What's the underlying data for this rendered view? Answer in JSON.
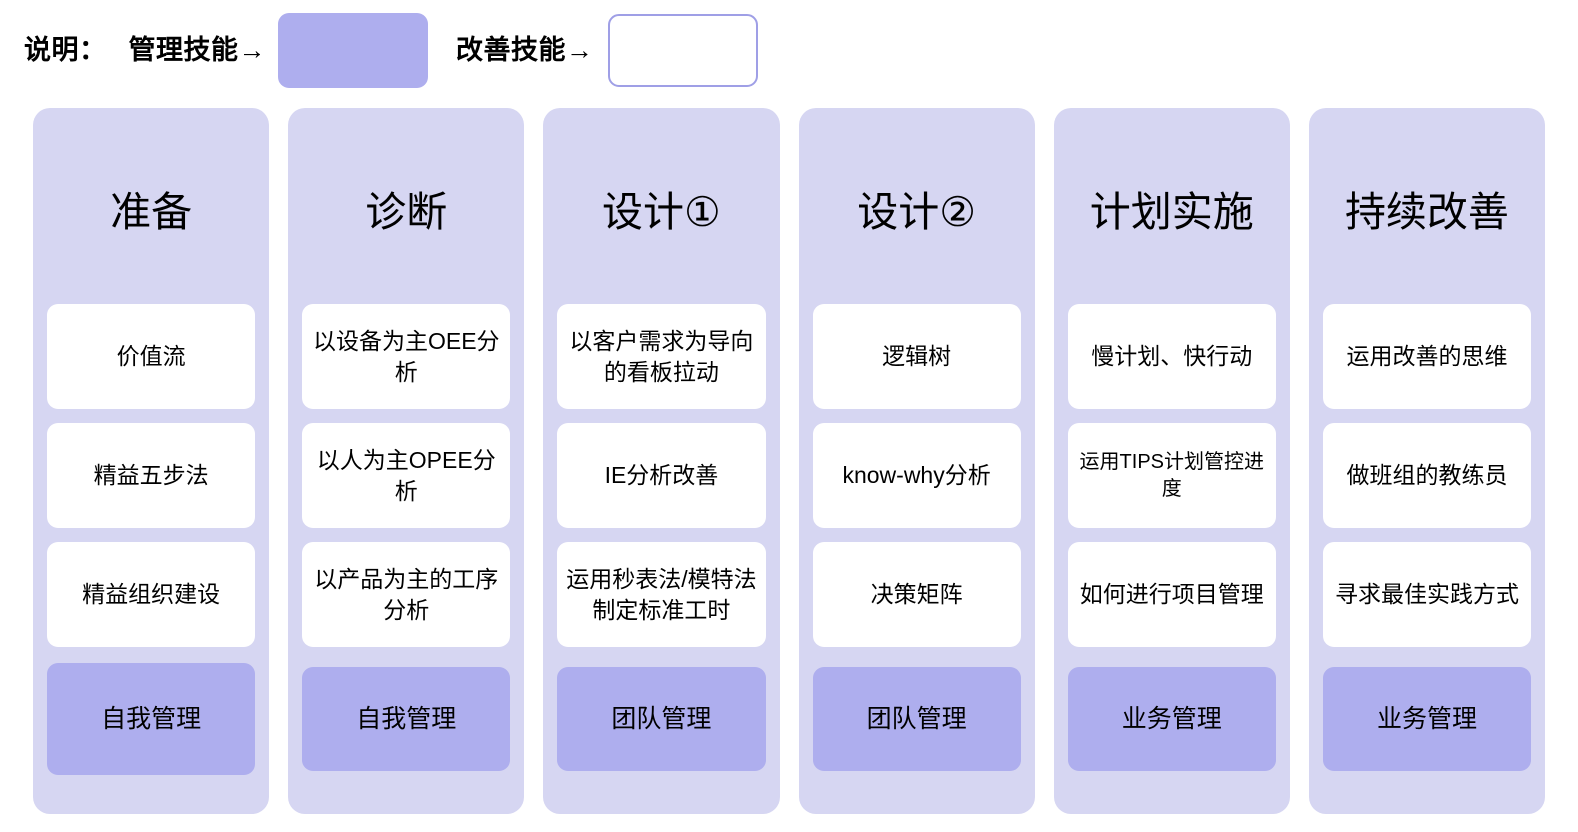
{
  "legend": {
    "prefix": "说明：",
    "management_label": "管理技能→",
    "management_swatch_color": "#aeaeee",
    "improvement_label": "改善技能→",
    "improvement_swatch_color": "#ffffff",
    "improvement_swatch_border": "#9f9fe6"
  },
  "theme": {
    "column_background": "#d6d6f2",
    "skill_card_background": "#ffffff",
    "management_card_background": "#aeaeee",
    "page_background": "#ffffff",
    "text_color": "#000000"
  },
  "columns": [
    {
      "title": "准备",
      "skills": [
        "价值流",
        "精益五步法",
        "精益组织建设"
      ],
      "management": "自我管理"
    },
    {
      "title": "诊断",
      "skills": [
        "以设备为主OEE分析",
        "以人为主OPEE分析",
        "以产品为主的工序分析"
      ],
      "management": "自我管理"
    },
    {
      "title": "设计①",
      "skills": [
        "以客户需求为导向的看板拉动",
        "IE分析改善",
        "运用秒表法/模特法制定标准工时"
      ],
      "management": "团队管理"
    },
    {
      "title": "设计②",
      "skills": [
        "逻辑树",
        "know-why分析",
        "决策矩阵"
      ],
      "management": "团队管理"
    },
    {
      "title": "计划实施",
      "skills": [
        "慢计划、快行动",
        "运用TIPS计划管控进度",
        "如何进行项目管理"
      ],
      "management": "业务管理"
    },
    {
      "title": "持续改善",
      "skills": [
        "运用改善的思维",
        "做班组的教练员",
        "寻求最佳实践方式"
      ],
      "management": "业务管理"
    }
  ]
}
